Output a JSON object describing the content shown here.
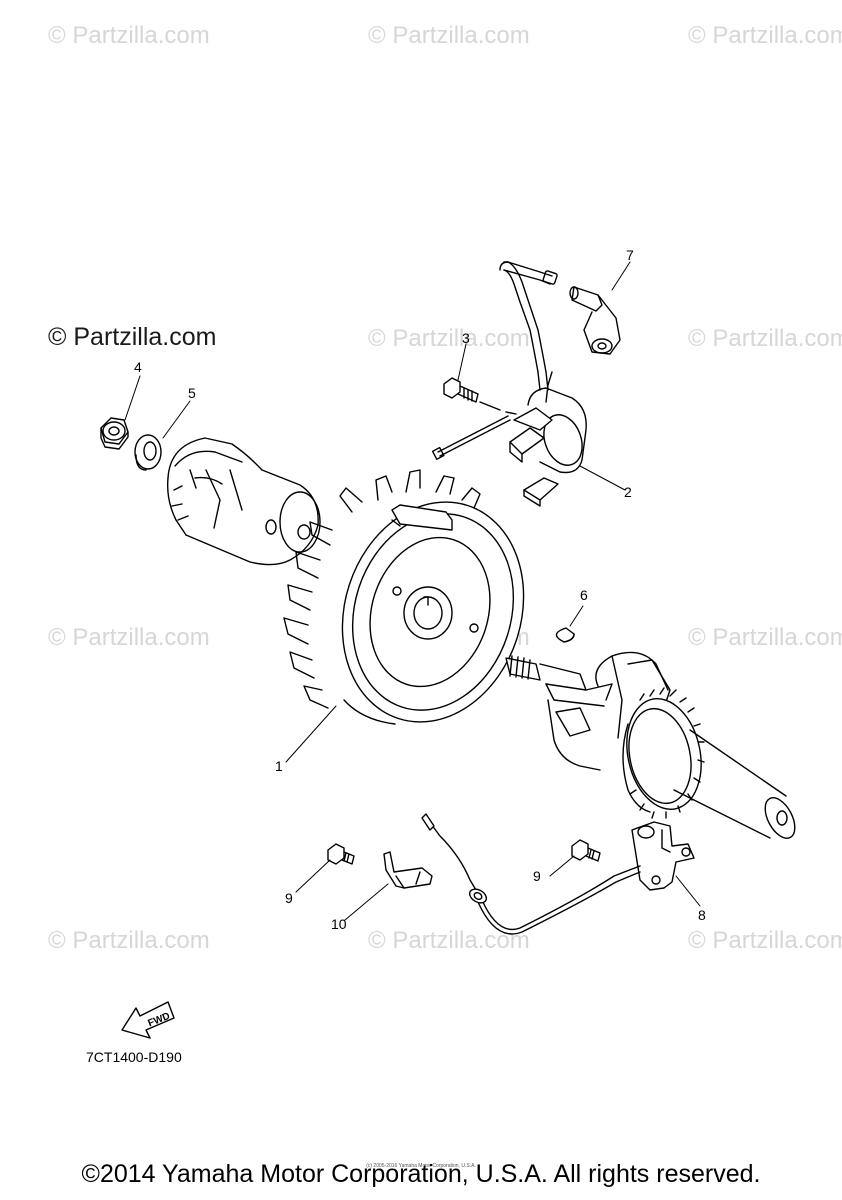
{
  "watermark": {
    "text": "© Partzilla.com",
    "prominent_text": "© Partzilla.com"
  },
  "callouts": [
    "1",
    "2",
    "3",
    "4",
    "5",
    "6",
    "7",
    "8",
    "9",
    "9",
    "10"
  ],
  "fwd_arrow_label": "FWD",
  "diagram_code": "7CT1400-D190",
  "tiny_notice": "(c) 2005-2016 Yamaha Motor Corporation, U.S.A.",
  "copyright": "©2014 Yamaha Motor Corporation, U.S.A. All rights reserved."
}
